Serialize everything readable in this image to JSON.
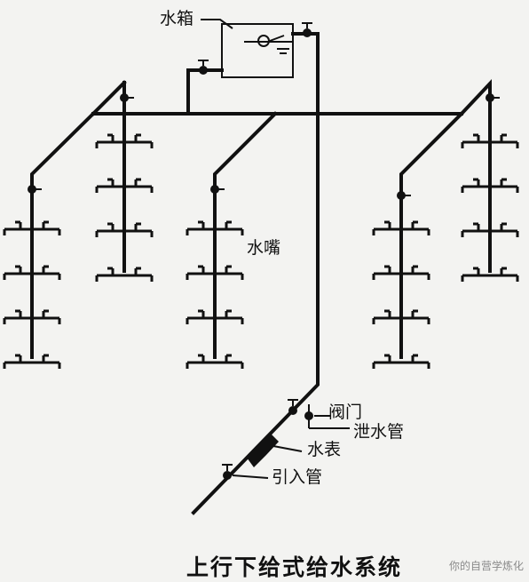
{
  "labels": {
    "tank": "水箱",
    "faucet": "水嘴",
    "valve": "阀门",
    "drain_pipe": "泄水管",
    "water_meter": "水表",
    "inlet_pipe": "引入管"
  },
  "caption": "上行下给式给水系统",
  "watermark": "你的自营学炼化",
  "colors": {
    "line": "#111111",
    "background": "#f3f3f1"
  }
}
